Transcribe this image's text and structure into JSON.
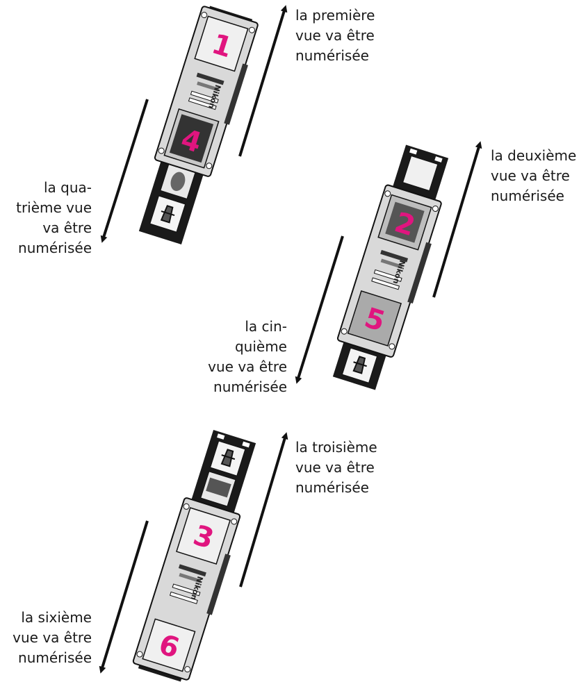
{
  "captions": {
    "first": [
      "la première",
      "vue va être",
      "numérisée"
    ],
    "fourth": [
      "la qua-",
      "trième vue",
      "va être",
      "numérisée"
    ],
    "second": [
      "la deuxième",
      "vue va être",
      "numérisée"
    ],
    "fifth": [
      "la cin-",
      "quième",
      "vue va être",
      "numérisée"
    ],
    "third": [
      "la troisième",
      "vue va être",
      "numérisée"
    ],
    "sixth": [
      "la sixième",
      "vue va être",
      "numérisée"
    ]
  },
  "frame_numbers": [
    "1",
    "4",
    "2",
    "5",
    "3",
    "6"
  ],
  "brand": "Nikon",
  "colors": {
    "accent": "#e0157f",
    "ink": "#111111",
    "holder": "#d9d9d9",
    "strip": "#1a1a1a"
  },
  "icons": [
    "up-arrow-icon",
    "down-arrow-icon",
    "film-strip-holder-icon"
  ]
}
